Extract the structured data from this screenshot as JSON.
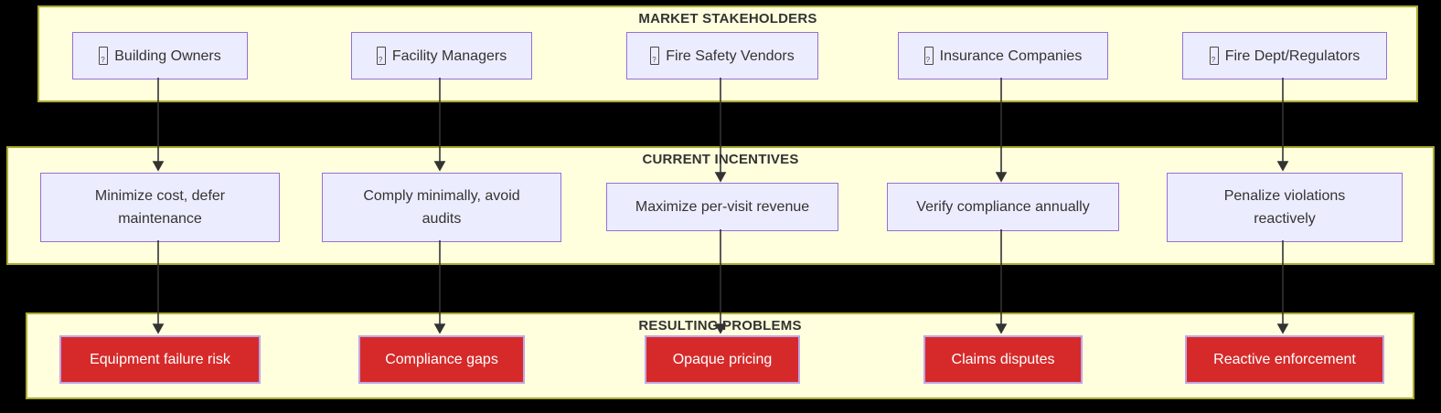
{
  "diagram": {
    "bands": {
      "stakeholders_title": "MARKET STAKEHOLDERS",
      "incentives_title": "CURRENT INCENTIVES",
      "problems_title": "RESULTING PROBLEMS"
    },
    "stakeholders": [
      {
        "icon": "missing-glyph",
        "label": "Building Owners"
      },
      {
        "icon": "missing-glyph",
        "label": "Facility Managers"
      },
      {
        "icon": "missing-glyph",
        "label": "Fire Safety Vendors"
      },
      {
        "icon": "missing-glyph",
        "label": "Insurance Companies"
      },
      {
        "icon": "missing-glyph",
        "label": "Fire Dept/Regulators"
      }
    ],
    "incentives": [
      {
        "label": "Minimize cost, defer maintenance"
      },
      {
        "label": "Comply minimally, avoid audits"
      },
      {
        "label": "Maximize per-visit revenue"
      },
      {
        "label": "Verify compliance annually"
      },
      {
        "label": "Penalize violations reactively"
      }
    ],
    "problems": [
      {
        "label": "Equipment failure risk"
      },
      {
        "label": "Compliance gaps"
      },
      {
        "label": "Opaque pricing"
      },
      {
        "label": "Claims disputes"
      },
      {
        "label": "Reactive enforcement"
      }
    ],
    "edges": [
      {
        "from": "Building Owners",
        "to": "Minimize cost, defer maintenance"
      },
      {
        "from": "Facility Managers",
        "to": "Comply minimally, avoid audits"
      },
      {
        "from": "Fire Safety Vendors",
        "to": "Maximize per-visit revenue"
      },
      {
        "from": "Insurance Companies",
        "to": "Verify compliance annually"
      },
      {
        "from": "Fire Dept/Regulators",
        "to": "Penalize violations reactively"
      },
      {
        "from": "Minimize cost, defer maintenance",
        "to": "Equipment failure risk"
      },
      {
        "from": "Comply minimally, avoid audits",
        "to": "Compliance gaps"
      },
      {
        "from": "Maximize per-visit revenue",
        "to": "Opaque pricing"
      },
      {
        "from": "Verify compliance annually",
        "to": "Claims disputes"
      },
      {
        "from": "Penalize violations reactively",
        "to": "Reactive enforcement"
      }
    ],
    "colors": {
      "background": "#000000",
      "band_fill": "#FFFFDE",
      "band_border": "#AAAA33",
      "node_fill": "#ECECFF",
      "node_border": "#9370DB",
      "problem_fill": "#D62A2A",
      "problem_border": "#BFA6E5",
      "problem_text": "#FFFFFF",
      "text": "#333333",
      "arrow": "#333333"
    }
  }
}
